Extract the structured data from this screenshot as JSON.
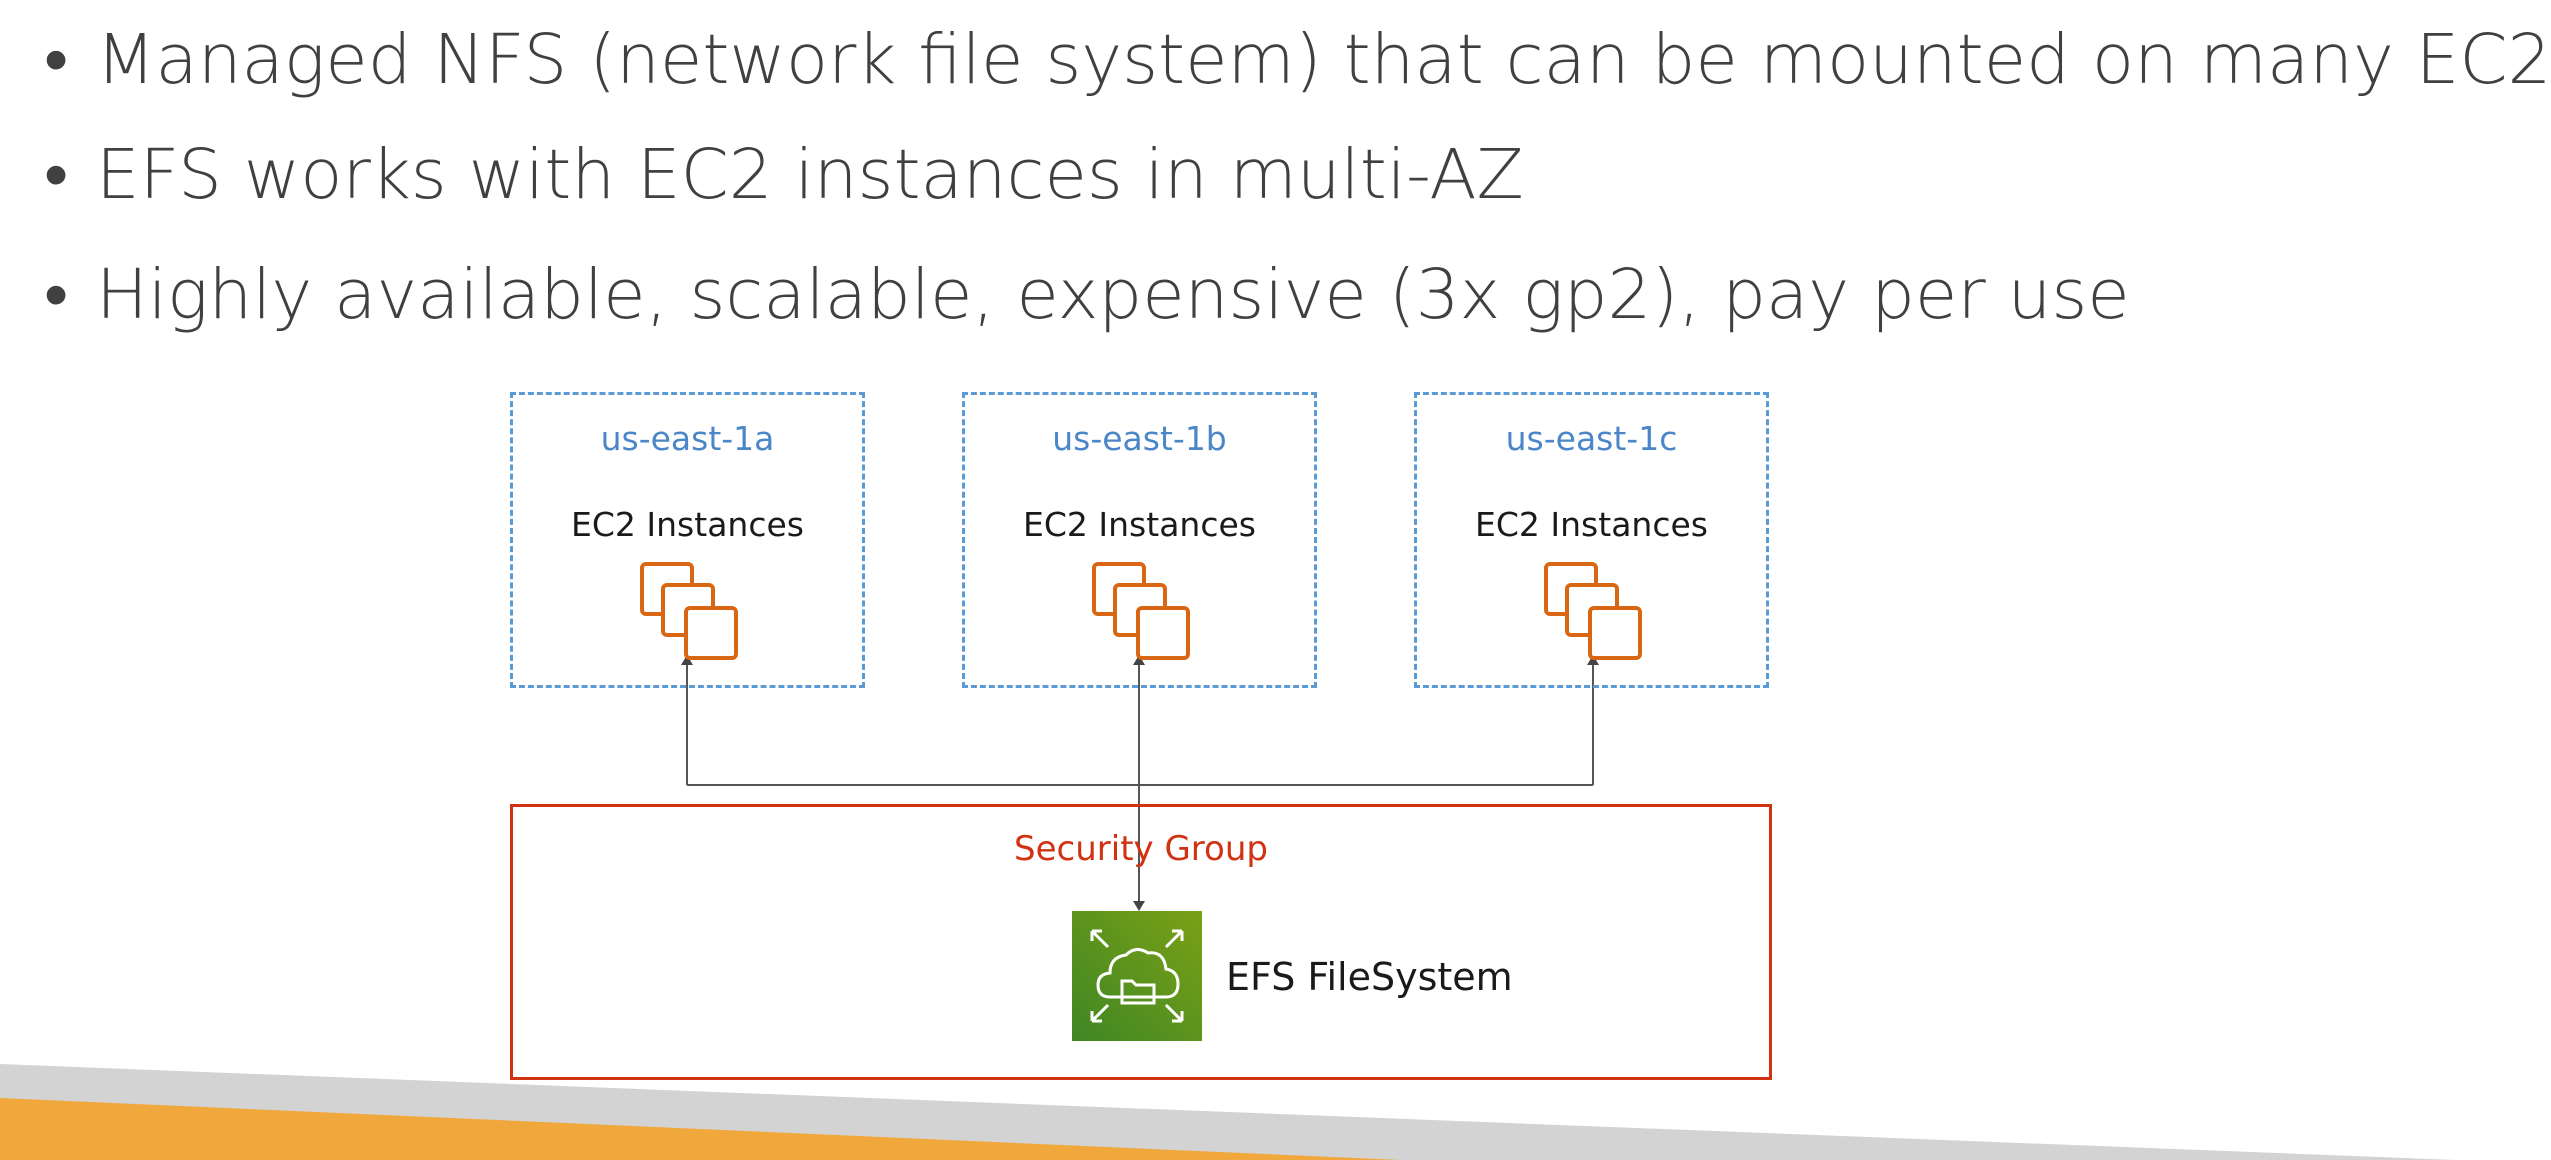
{
  "bullets": [
    "Managed NFS (network file system) that can be mounted on many EC2",
    "EFS works with EC2 instances in multi-AZ",
    "Highly available, scalable, expensive (3x gp2), pay per use"
  ],
  "bullet_symbol": "•",
  "diagram": {
    "zones": [
      {
        "name": "us-east-1a",
        "content": "EC2 Instances"
      },
      {
        "name": "us-east-1b",
        "content": "EC2 Instances"
      },
      {
        "name": "us-east-1c",
        "content": "EC2 Instances"
      }
    ],
    "security_group_label": "Security Group",
    "filesystem_label": "EFS FileSystem",
    "icons": {
      "ec2": "ec2-instances-icon",
      "efs": "efs-filesystem-icon"
    },
    "colors": {
      "zone_border": "#5b9bd5",
      "zone_label": "#4a86c8",
      "ec2_icon": "#d86613",
      "security_group": "#d13212",
      "efs_icon_dark": "#3f8624",
      "efs_icon_light": "#7aa116",
      "connector": "#555555"
    }
  },
  "footer_colors": {
    "grey": "#d3d3d3",
    "orange": "#f0a83c"
  }
}
